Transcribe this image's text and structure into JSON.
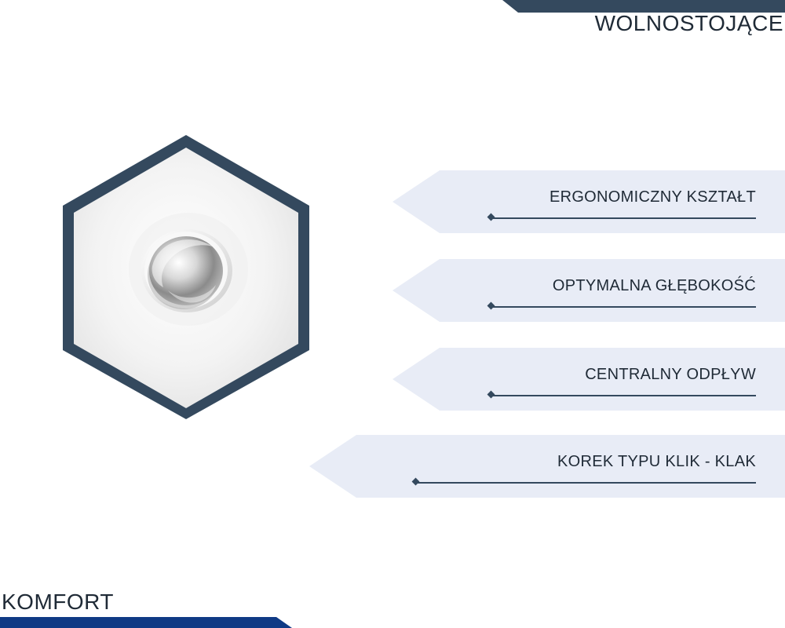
{
  "header": {
    "category": "WOLNOSTOJĄCE"
  },
  "image": {
    "subject": "drain-plug-icon"
  },
  "features": [
    {
      "label": "ERGONOMICZNY KSZTAŁT"
    },
    {
      "label": "OPTYMALNA GŁĘBOKOŚĆ"
    },
    {
      "label": "CENTRALNY ODPŁYW"
    },
    {
      "label": "KOREK TYPU KLIK - KLAK"
    }
  ],
  "footer": {
    "section": "KOMFORT"
  },
  "colors": {
    "dark_navy": "#34495e",
    "royal_blue": "#0f3a85",
    "feature_bg": "#e8ecf6"
  }
}
